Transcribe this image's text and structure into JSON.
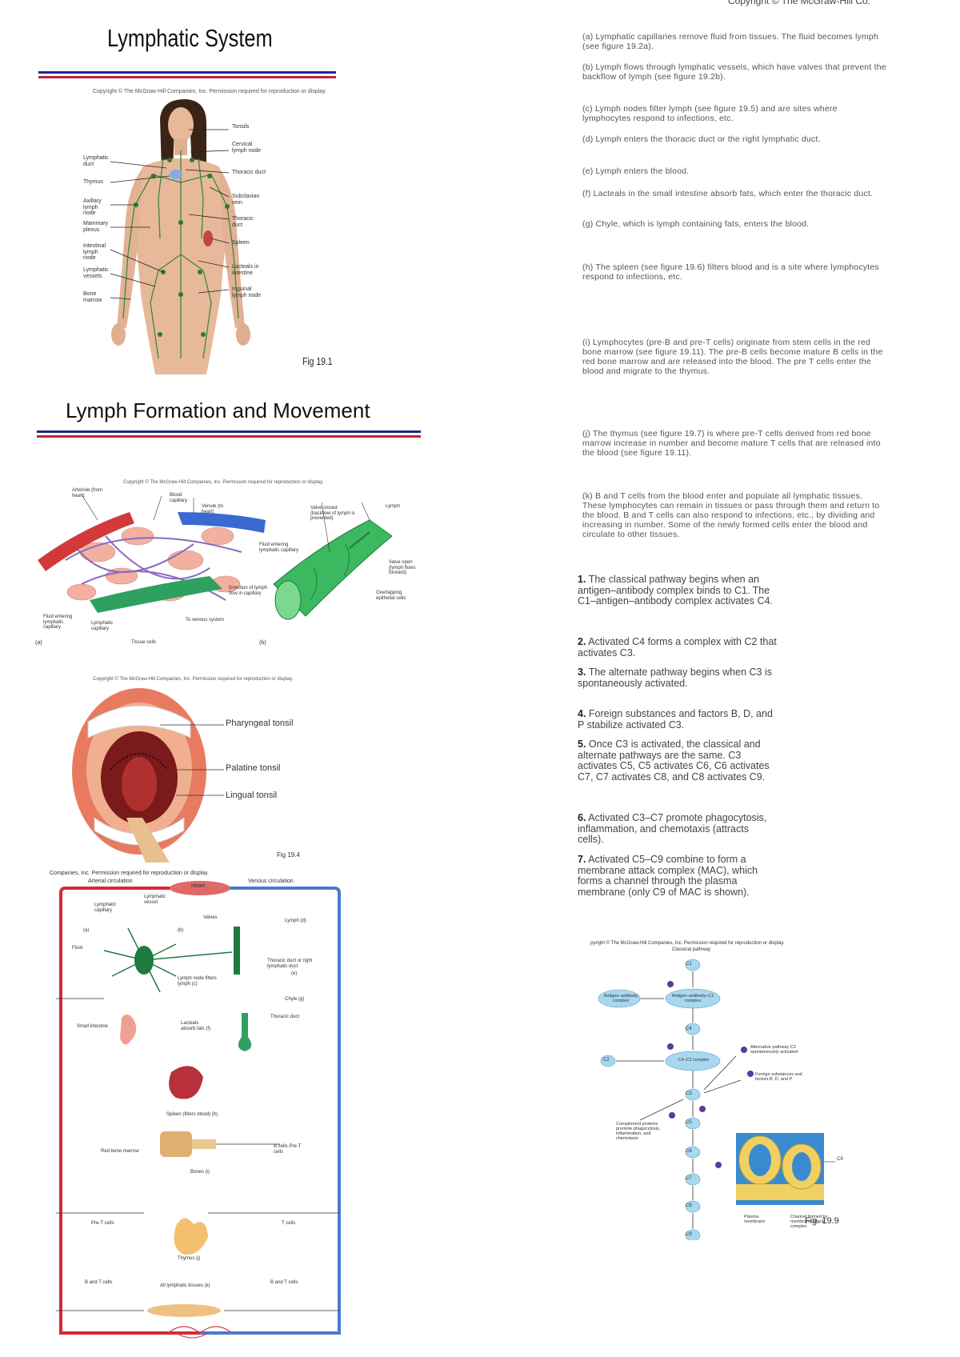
{
  "header": {
    "copyright": "Copyright © The McGraw-Hill Co."
  },
  "slide1": {
    "title": "Lymphatic System",
    "permission": "Copyright © The McGraw-Hill Companies, Inc. Permission required for reproduction or display.",
    "fig": "Fig 19.1",
    "labels_right": [
      "Tonsils",
      "Cervical lymph node",
      "Thoracic duct",
      "Subclavian vein",
      "Thoracic duct",
      "Spleen",
      "Lacteals in intestine",
      "Inguinal lymph node"
    ],
    "labels_left": [
      "Lymphatic duct",
      "Thymus",
      "Axillary lymph node",
      "Mammary plexus",
      "Intestinal lymph node",
      "Lymphatic vessels",
      "Bone marrow"
    ]
  },
  "slide2": {
    "title": "Lymph Formation and Movement",
    "permission": "Copyright © The McGraw-Hill Companies, Inc. Permission required for reproduction or display.",
    "labels": [
      "Arteriole (from heart)",
      "Blood capillary",
      "Venule (to heart)",
      "Valve closed (backflow of lymph is prevented)",
      "Lymph",
      "Fluid entering lymphatic capillary",
      "Valve open (lymph flows forward)",
      "Direction of lymph flow in capillary",
      "Overlapping epithelial cells",
      "Fluid entering lymphatic capillary",
      "Lymphatic capillary",
      "To venous system",
      "Tissue cells"
    ],
    "panel_a": "(a)",
    "panel_b": "(b)"
  },
  "tonsils": {
    "permission": "Copyright © The McGraw-Hill Companies, Inc. Permission required for reproduction or display.",
    "labels": [
      "Pharyngeal tonsil",
      "Palatine tonsil",
      "Lingual tonsil"
    ],
    "fig": "Fig 19.4"
  },
  "flow_diagram": {
    "permission": "Companies, Inc. Permission required for reproduction or display.",
    "top_left": "Arterial circulation",
    "top_center": "Heart",
    "top_right": "Venous circulation",
    "labels": [
      "Lymphatic capillary",
      "Lymphatic vessel",
      "Valves",
      "(a)",
      "(b)",
      "Fluid",
      "Lymph (d)",
      "Thoracic duct or right lymphatic duct",
      "(e)",
      "Lymph node filters lymph (c)",
      "Chyle (g)",
      "Thoracic duct",
      "Small intestine",
      "Lacteals absorb fats (f)",
      "Spleen (filters blood) (h)",
      "Red bone marrow",
      "B cells Pre-T cells",
      "Bones (i)",
      "Pre-T cells",
      "T cells",
      "Thymus (j)",
      "B and T cells",
      "All lymphatic tissues (k)",
      "B and T cells"
    ]
  },
  "notes": [
    "(a) Lymphatic capillaries remove fluid from tissues. The fluid becomes lymph (see figure 19.2a).",
    "(b) Lymph flows through lymphatic vessels, which have valves that prevent the backflow of lymph (see figure 19.2b).",
    "(c) Lymph nodes filter lymph (see figure 19.5) and are sites where lymphocytes respond to infections, etc.",
    "(d) Lymph enters the thoracic duct or the right lymphatic duct.",
    "(e) Lymph enters the blood.",
    "(f) Lacteals in the small intestine absorb fats, which enter the thoracic duct.",
    "(g) Chyle, which is lymph containing fats, enters the blood.",
    "(h) The spleen (see figure 19.6) filters blood and is a site where lymphocytes respond to infections, etc.",
    "(i) Lymphocytes (pre-B and pre-T cells) originate from stem cells in the red bone marrow (see figure 19.11). The pre-B cells become mature B cells in the red bone marrow and are released into the blood. The pre T cells enter the blood and migrate to the thymus.",
    "(j) The thymus (see figure 19.7) is where pre-T cells derived from red bone marrow increase in number and become mature T cells that are released into the blood (see figure 19.11).",
    "(k) B and T cells from the blood enter and populate all lymphatic tissues. These lymphocytes can remain in tissues or pass through them and return to the blood. B and T cells can also respond to infections, etc., by dividing and increasing in number. Some of the newly formed cells enter the blood and circulate to other tissues."
  ],
  "steps": [
    {
      "n": "1.",
      "text": "The classical pathway begins when an antigen–antibody complex binds to C1. The C1–antigen–antibody complex activates C4."
    },
    {
      "n": "2.",
      "text": "Activated C4 forms a complex with C2 that activates C3."
    },
    {
      "n": "3.",
      "text": "The alternate pathway begins when C3 is spontaneously activated."
    },
    {
      "n": "4.",
      "text": "Foreign substances and factors B, D, and P stabilize activated C3."
    },
    {
      "n": "5.",
      "text": "Once C3 is activated, the classical and alternate pathways are the same. C3 activates C5, C5 activates C6, C6 activates C7, C7 activates C8, and C8 activates C9."
    },
    {
      "n": "6.",
      "text": "Activated C3–C7 promote phagocytosis, inflammation, and chemotaxis (attracts cells)."
    },
    {
      "n": "7.",
      "text": "Activated C5–C9 combine to form a membrane attack complex (MAC), which forms a channel through the plasma membrane (only C9 of MAC is shown)."
    }
  ],
  "complement": {
    "permission": "pyright © The McGraw-Hill Companies, Inc. Permission required for reproduction or display.",
    "heading": "Classical pathway",
    "nodes": [
      "C1",
      "Antigen–antibody–C1 complex",
      "C4",
      "C2",
      "C4–C2 complex",
      "C3",
      "C5",
      "C6",
      "C7",
      "C8",
      "C9"
    ],
    "antigen": "Antigen–antibody complex",
    "alt": "Alternative pathway C3 spontaneously activated",
    "foreign": "Foreign substances and factors B, D, and P",
    "promote": "Complement proteins promote phagocytosis, inflammation, and chemotaxis",
    "c9": "C9",
    "plasma": "Plasma membrane",
    "channel": "Channel formed by membrane attack complex",
    "fig": "Fig. 19.9"
  }
}
